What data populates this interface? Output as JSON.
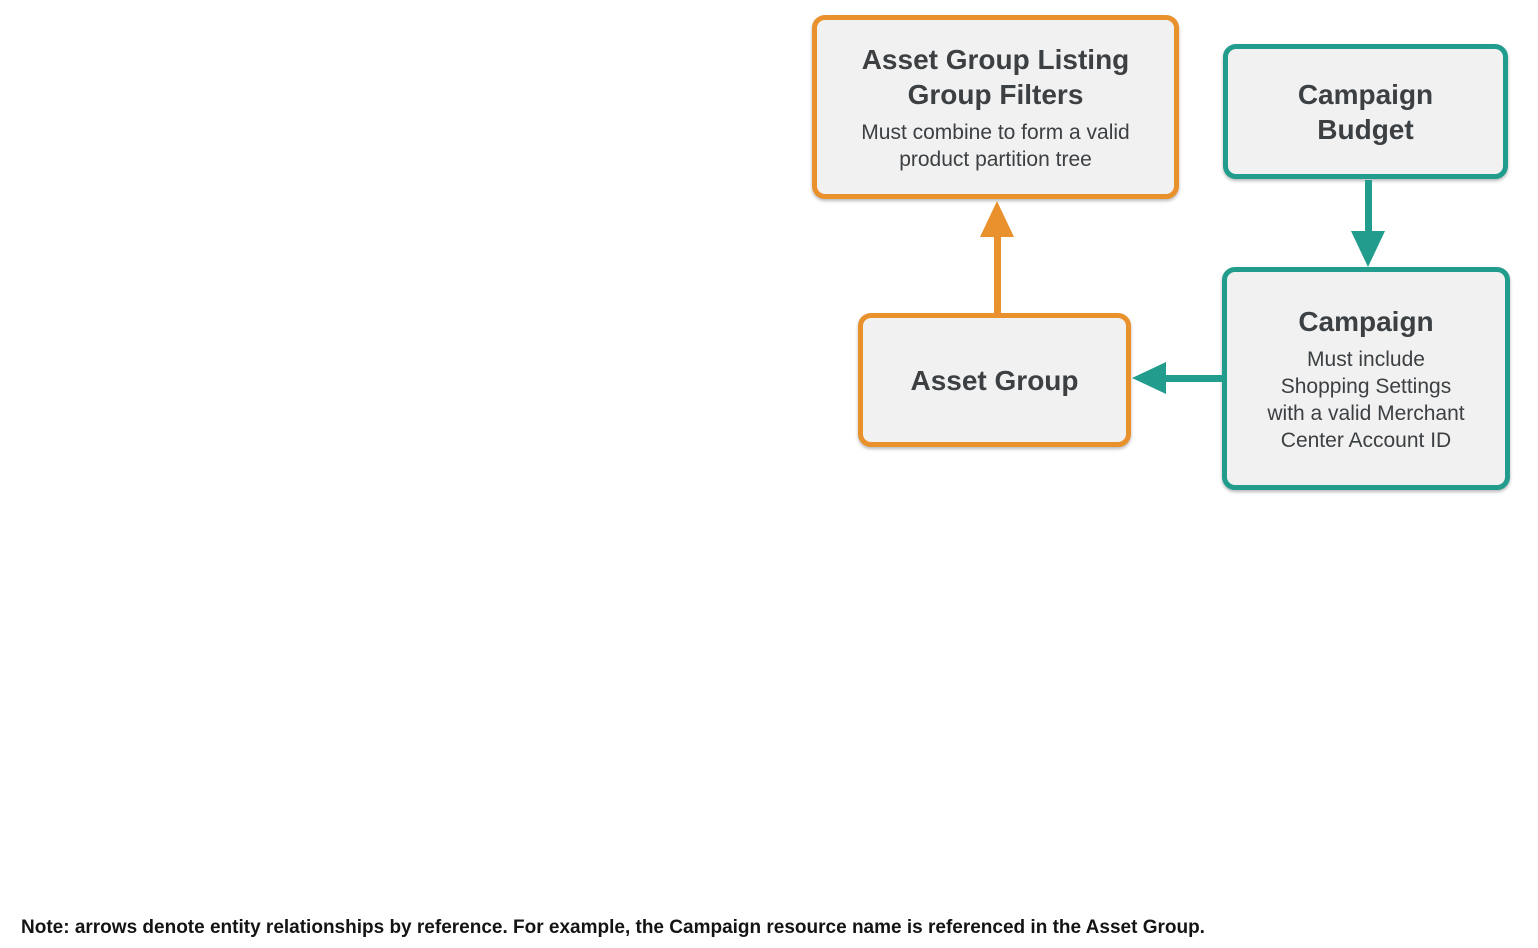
{
  "colors": {
    "orange": "#E8912D",
    "teal": "#219C8D",
    "box_bg": "#F1F1F1",
    "title_text": "#3C4043",
    "subtitle_text": "#3C4043",
    "note_text": "#141414"
  },
  "diagram": {
    "boxes": [
      {
        "id": "asset-group-listing-group-filters",
        "title": "Asset Group Listing\nGroup Filters",
        "subtitle": "Must combine to form a valid\nproduct partition tree",
        "accent": "orange"
      },
      {
        "id": "campaign-budget",
        "title": "Campaign\nBudget",
        "subtitle": "",
        "accent": "teal"
      },
      {
        "id": "campaign",
        "title": "Campaign",
        "subtitle": "Must include\nShopping Settings\nwith a valid Merchant\nCenter Account ID",
        "accent": "teal"
      },
      {
        "id": "asset-group",
        "title": "Asset Group",
        "subtitle": "",
        "accent": "orange"
      }
    ],
    "arrows": [
      {
        "from": "asset-group",
        "to": "asset-group-listing-group-filters",
        "color": "orange",
        "direction": "up"
      },
      {
        "from": "campaign-budget",
        "to": "campaign",
        "color": "teal",
        "direction": "down"
      },
      {
        "from": "campaign",
        "to": "asset-group",
        "color": "teal",
        "direction": "left"
      }
    ]
  },
  "note": "Note: arrows denote entity relationships by reference. For example, the Campaign resource name is referenced in the Asset Group."
}
